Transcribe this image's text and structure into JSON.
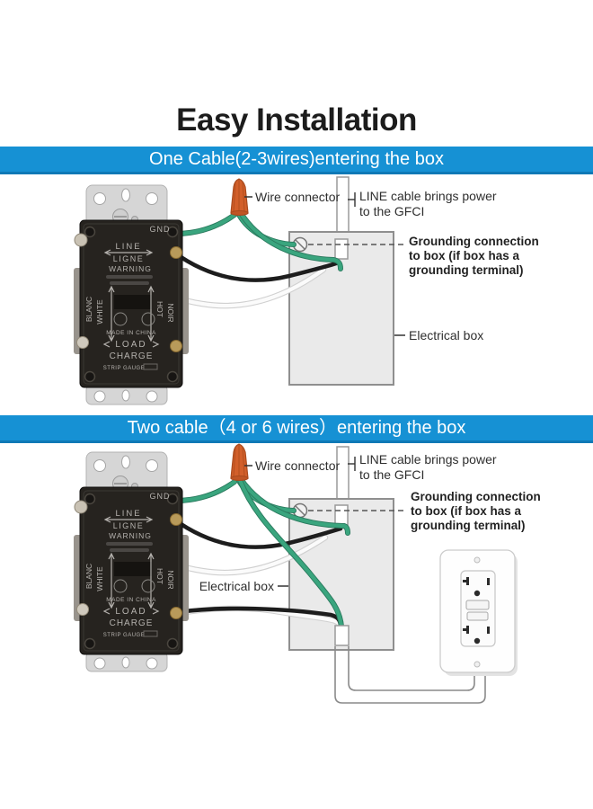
{
  "title": "Easy Installation",
  "sections": [
    {
      "banner": "One Cable(2-3wires)entering the box"
    },
    {
      "banner": "Two cable（4 or 6 wires）entering the box"
    }
  ],
  "labels": {
    "wire_connector": "Wire connector",
    "line_cable": [
      "LINE cable brings power",
      "to the GFCI"
    ],
    "grounding": [
      "Grounding connection",
      "to box (if box has a",
      "grounding terminal)"
    ],
    "electrical_box": "Electrical box"
  },
  "device": {
    "gnd": "GND",
    "line": "LINE",
    "ligne": "LIGNE",
    "warning": "WARNING",
    "white": "WHITE",
    "blanc": "BLANC",
    "hot": "HOT",
    "noir": "NOIR",
    "made_in_china": "MADE IN CHINA",
    "load": "LOAD",
    "charge": "CHARGE",
    "strip_gauge": "STRIP GAUGE"
  },
  "colors": {
    "banner_blue": "#1691d4",
    "wire_green": "#3aa57e",
    "wire_black": "#1d1d1d",
    "wire_white": "#fafafa",
    "connector_orange": "#d25f2a",
    "box_gray": "#eaeaea"
  }
}
